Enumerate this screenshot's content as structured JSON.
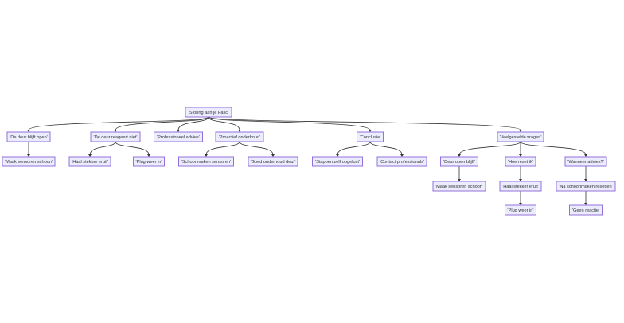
{
  "diagram": {
    "type": "flowchart",
    "nodes": {
      "root": "'Storing aan je Fasc'",
      "n1": "'De deur blijft open'",
      "n1a": "'Maak sensoren schoon'",
      "n2": "'De deur reageert niet'",
      "n2a": "'Haal stekker eruit'",
      "n2b": "'Plug weer in'",
      "n3": "'Professioneel advies'",
      "n4": "'Proactief onderhoud'",
      "n4a": "'Schoonmaken sensoren'",
      "n4b": "'Goed onderhoud deur'",
      "n5": "'Conclusie'",
      "n5a": "'Stappen zelf opgelost'",
      "n5b": "'Contact professionals'",
      "n6": "'Veelgestelde vragen'",
      "n6a": "'Deur open blijft'",
      "n6a1": "'Maak sensoren schoon'",
      "n6b": "'Hoe reset ik'",
      "n6b1": "'Haal stekker eruit'",
      "n6b2": "'Plug weer in'",
      "n6c": "'Wanneer advies?'",
      "n6c1": "'Na schoonmaken resetten'",
      "n6c2": "'Geen reactie'"
    },
    "edges": [
      [
        "root",
        "n1"
      ],
      [
        "root",
        "n2"
      ],
      [
        "root",
        "n3"
      ],
      [
        "root",
        "n4"
      ],
      [
        "root",
        "n5"
      ],
      [
        "root",
        "n6"
      ],
      [
        "n1",
        "n1a"
      ],
      [
        "n2",
        "n2a"
      ],
      [
        "n2",
        "n2b"
      ],
      [
        "n4",
        "n4a"
      ],
      [
        "n4",
        "n4b"
      ],
      [
        "n5",
        "n5a"
      ],
      [
        "n5",
        "n5b"
      ],
      [
        "n6",
        "n6a"
      ],
      [
        "n6",
        "n6b"
      ],
      [
        "n6",
        "n6c"
      ],
      [
        "n6a",
        "n6a1"
      ],
      [
        "n6b",
        "n6b1"
      ],
      [
        "n6b1",
        "n6b2"
      ],
      [
        "n6c",
        "n6c1"
      ],
      [
        "n6c1",
        "n6c2"
      ]
    ],
    "colors": {
      "node_fill": "#ececff",
      "node_stroke": "#9370db",
      "edge": "#333333",
      "text": "#333333"
    }
  }
}
